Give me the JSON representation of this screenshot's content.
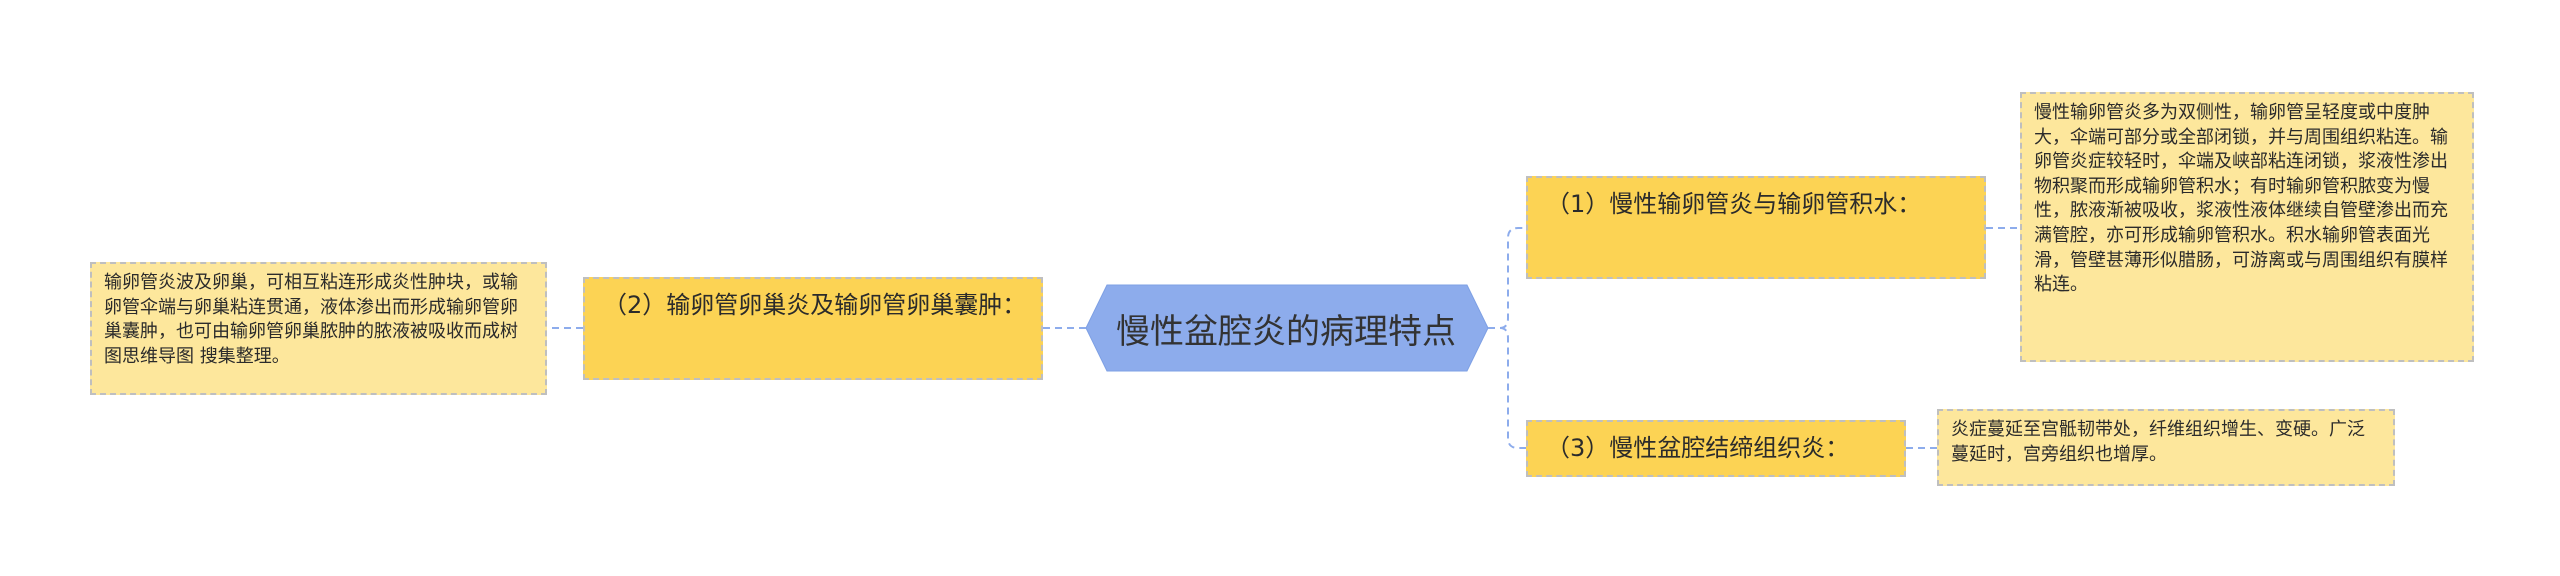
{
  "mindmap": {
    "center": {
      "label": "慢性盆腔炎的病理特点"
    },
    "branches": [
      {
        "label": "（1）慢性输卵管炎与输卵管积水：",
        "detail": "慢性输卵管炎多为双侧性，输卵管呈轻度或中度肿大，伞端可部分或全部闭锁，并与周围组织粘连。输卵管炎症较轻时，伞端及峡部粘连闭锁，浆液性渗出物积聚而形成输卵管积水；有时输卵管积脓变为慢性，脓液渐被吸收，浆液性液体继续自管壁渗出而充满管腔，亦可形成输卵管积水。积水输卵管表面光滑，管壁甚薄形似腊肠，可游离或与周围组织有膜样粘连。"
      },
      {
        "label": "（2）输卵管卵巢炎及输卵管卵巢囊肿：",
        "detail": "输卵管炎波及卵巢，可相互粘连形成炎性肿块，或输卵管伞端与卵巢粘连贯通，液体渗出而形成输卵管卵巢囊肿，也可由输卵管卵巢脓肿的脓液被吸收而成树图思维导图 搜集整理。"
      },
      {
        "label": "（3）慢性盆腔结缔组织炎：",
        "detail": "炎症蔓延至宫骶韧带处，纤维组织增生、变硬。广泛蔓延时，宫旁组织也增厚。"
      }
    ]
  },
  "colors": {
    "center_fill": "#8dacec",
    "branch_fill": "#fcd354",
    "leaf_fill": "#fde79c",
    "connector": "#8dacec",
    "border": "#bfbfbf"
  }
}
